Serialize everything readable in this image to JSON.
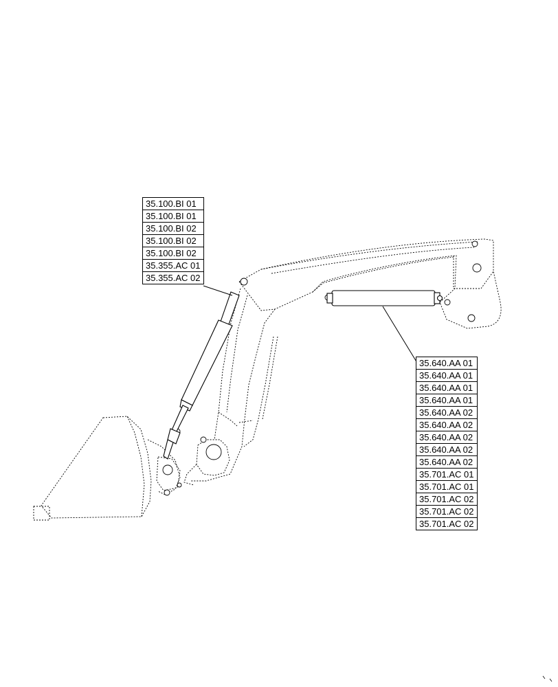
{
  "callouts": {
    "lift_cylinder_refs": [
      "35.100.BI 01",
      "35.100.BI 01",
      "35.100.BI 02",
      "35.100.BI 02",
      "35.100.BI 02",
      "35.355.AC 01",
      "35.355.AC 02"
    ],
    "tilt_cylinder_refs": [
      "35.640.AA 01",
      "35.640.AA 01",
      "35.640.AA 01",
      "35.640.AA 01",
      "35.640.AA 02",
      "35.640.AA 02",
      "35.640.AA 02",
      "35.640.AA 02",
      "35.640.AA 02",
      "35.701.AC 01",
      "35.701.AC 01",
      "35.701.AC 02",
      "35.701.AC 02",
      "35.701.AC 02"
    ]
  },
  "colors": {
    "line": "#000000",
    "background": "#ffffff"
  }
}
